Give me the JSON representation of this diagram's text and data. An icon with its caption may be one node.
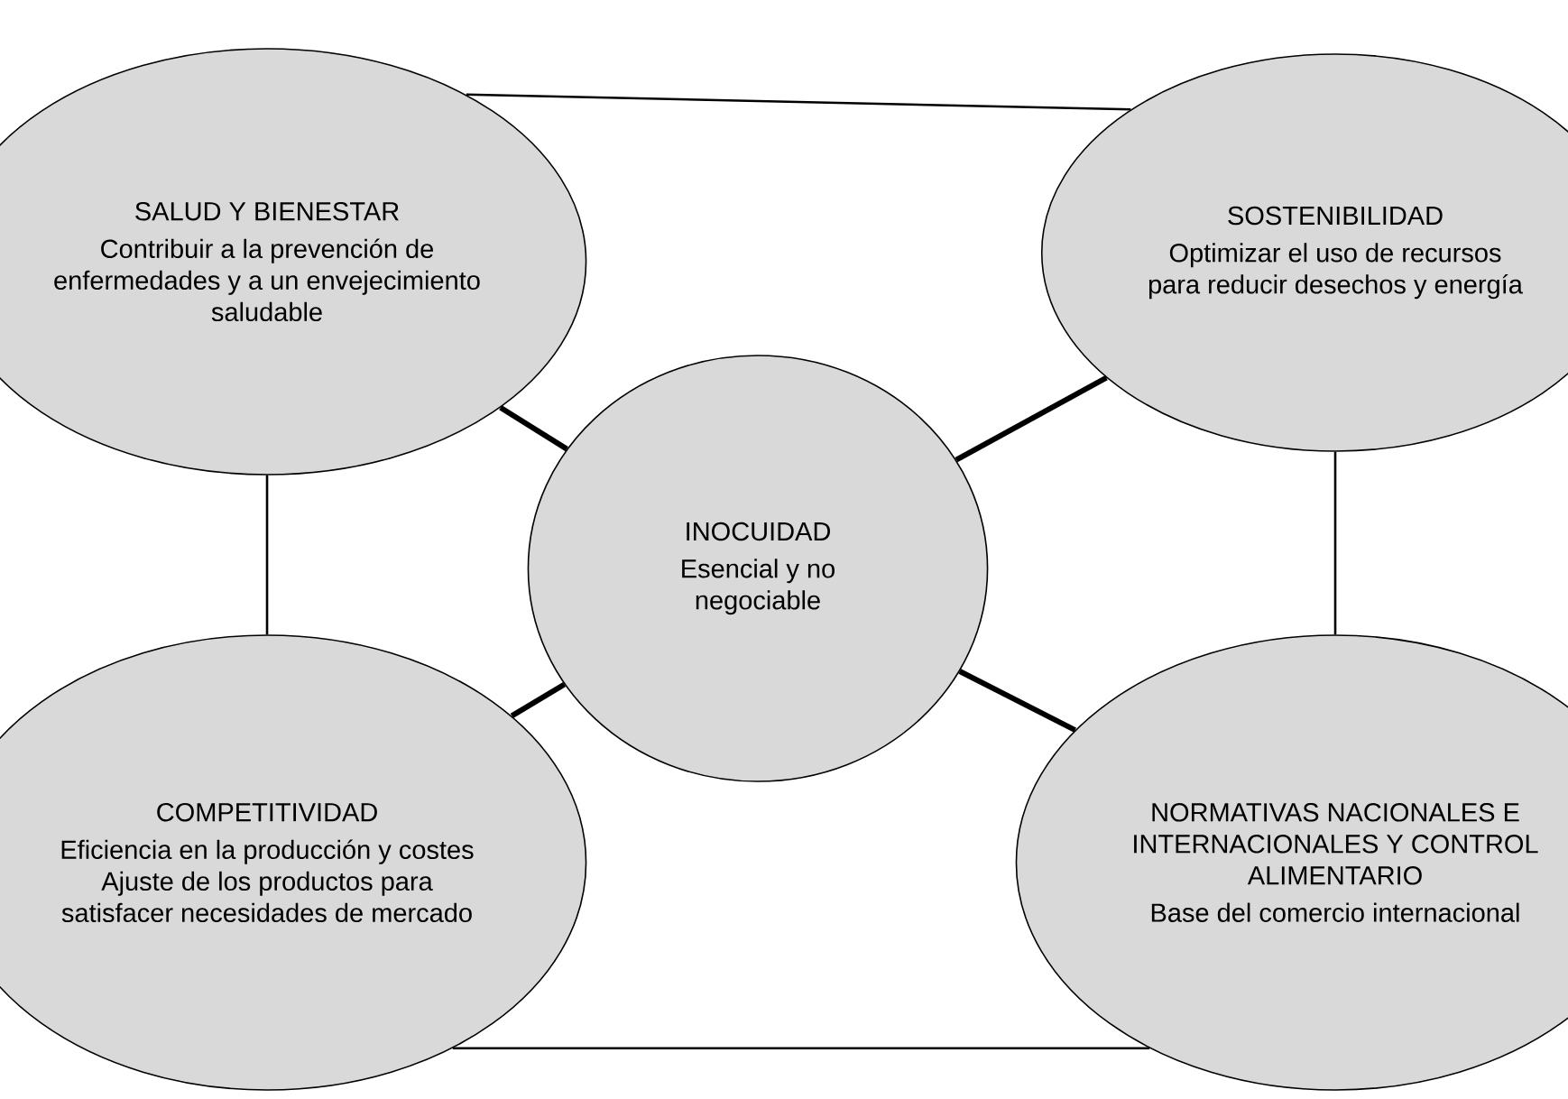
{
  "diagram": {
    "nodes": [
      {
        "text": [
          "SALUD Y BIENESTAR",
          "Contribuir a la prevención de enfermedades y a un envejecimiento saludable"
        ]
      },
      {
        "text": [
          "SOSTENIBILIDAD",
          "Optimizar el uso de recursos para reducir desechos y energía"
        ]
      },
      {
        "text": [
          "INOCUIDAD",
          "Esencial y no negociable"
        ]
      },
      {
        "text": [
          "COMPETITIVIDAD",
          "Eficiencia en la producción y costes Ajuste de los productos para satisfacer necesidades de mercado"
        ]
      },
      {
        "text": [
          "NORMATIVAS NACIONALES E INTERNACIONALES Y CONTROL ALIMENTARIO",
          "Base del comercio internacional"
        ]
      }
    ],
    "edges": [
      {
        "from": 0,
        "to": 1,
        "arrow": "none"
      },
      {
        "from": 0,
        "to": 3,
        "arrow": "none"
      },
      {
        "from": 1,
        "to": 4,
        "arrow": "none"
      },
      {
        "from": 3,
        "to": 4,
        "arrow": "none"
      },
      {
        "from": 2,
        "to": 0,
        "arrow": "none",
        "style": "thick"
      },
      {
        "from": 2,
        "to": 1,
        "arrow": "none",
        "style": "thick"
      },
      {
        "from": 2,
        "to": 3,
        "arrow": "none",
        "style": "thick"
      },
      {
        "from": 2,
        "to": 4,
        "arrow": "none",
        "style": "thick"
      }
    ]
  }
}
